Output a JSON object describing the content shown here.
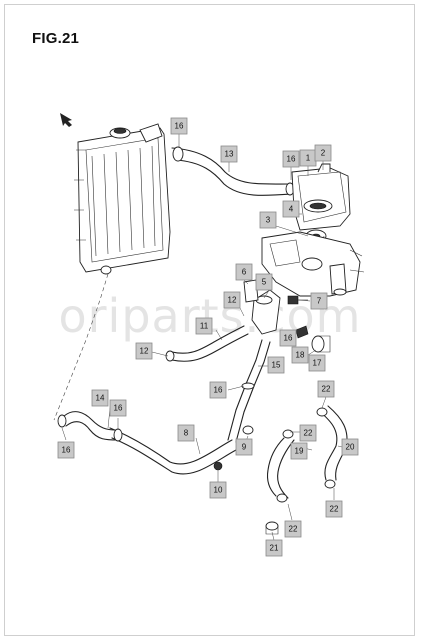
{
  "figure": {
    "title": "FIG.21",
    "watermark": "oriparts.com"
  },
  "callouts": [
    {
      "id": "c-16a",
      "label": "16"
    },
    {
      "id": "c-13",
      "label": "13"
    },
    {
      "id": "c-16b",
      "label": "16"
    },
    {
      "id": "c-1",
      "label": "1"
    },
    {
      "id": "c-2",
      "label": "2"
    },
    {
      "id": "c-4",
      "label": "4"
    },
    {
      "id": "c-3",
      "label": "3"
    },
    {
      "id": "c-6",
      "label": "6"
    },
    {
      "id": "c-5",
      "label": "5"
    },
    {
      "id": "c-7",
      "label": "7"
    },
    {
      "id": "c-12a",
      "label": "12"
    },
    {
      "id": "c-11",
      "label": "11"
    },
    {
      "id": "c-16c",
      "label": "16"
    },
    {
      "id": "c-12b",
      "label": "12"
    },
    {
      "id": "c-18",
      "label": "18"
    },
    {
      "id": "c-17",
      "label": "17"
    },
    {
      "id": "c-15",
      "label": "15"
    },
    {
      "id": "c-16d",
      "label": "16"
    },
    {
      "id": "c-22a",
      "label": "22"
    },
    {
      "id": "c-14",
      "label": "14"
    },
    {
      "id": "c-16e",
      "label": "16"
    },
    {
      "id": "c-8",
      "label": "8"
    },
    {
      "id": "c-22b",
      "label": "22"
    },
    {
      "id": "c-9",
      "label": "9"
    },
    {
      "id": "c-19",
      "label": "19"
    },
    {
      "id": "c-20",
      "label": "20"
    },
    {
      "id": "c-16f",
      "label": "16"
    },
    {
      "id": "c-10",
      "label": "10"
    },
    {
      "id": "c-22c",
      "label": "22"
    },
    {
      "id": "c-22d",
      "label": "22"
    },
    {
      "id": "c-21",
      "label": "21"
    }
  ]
}
